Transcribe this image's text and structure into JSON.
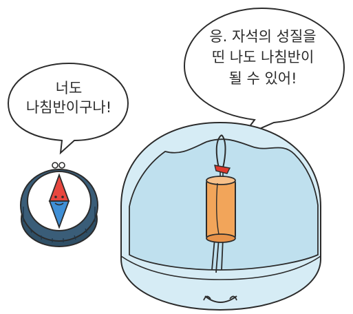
{
  "speech_left": {
    "lines": [
      "너도",
      "나침반이구나!"
    ]
  },
  "speech_right": {
    "lines": [
      "응. 자석의 성질을",
      "띤 나도 나침반이",
      "될 수 있어!"
    ]
  },
  "colors": {
    "outline": "#2b2b2b",
    "dish_water": "#bfe0ee",
    "dish_rim": "#d6ecf5",
    "needle_red": "#e8473f",
    "needle_blue": "#3f8fd6",
    "compass_case": "#2f4f66",
    "cork": "#f2a55a",
    "thread_red": "#e03b2e"
  }
}
